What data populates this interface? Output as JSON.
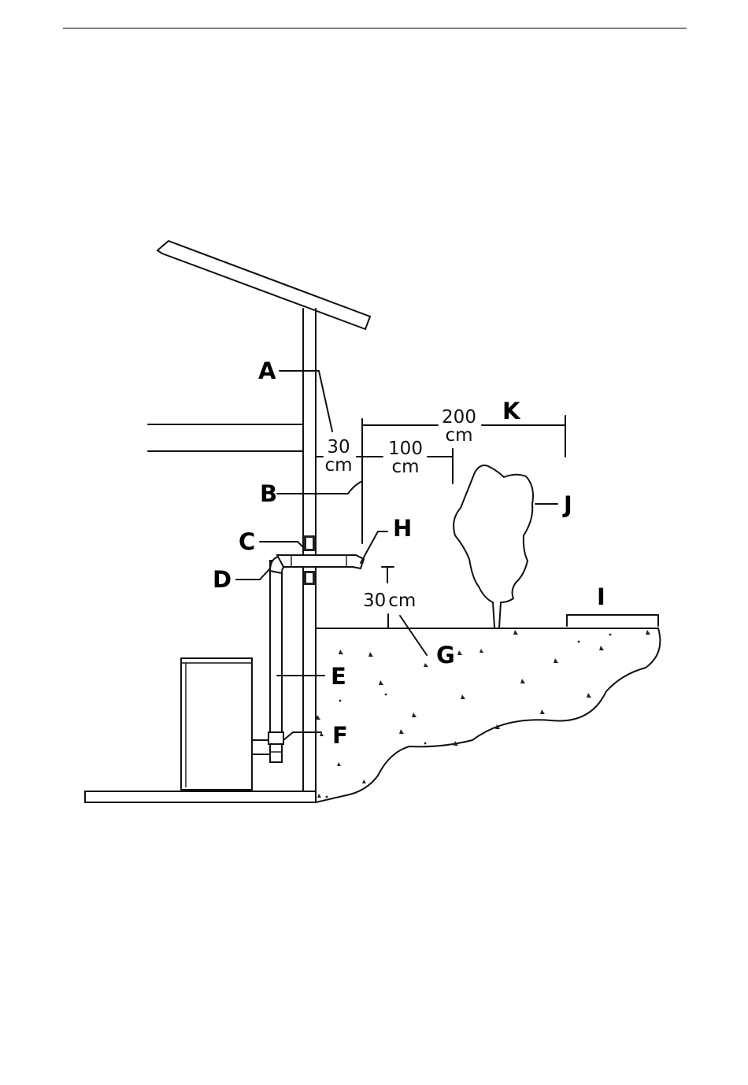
{
  "labels": {
    "A": "A",
    "B": "B",
    "C": "C",
    "D": "D",
    "E": "E",
    "F": "F",
    "G": "G",
    "H": "H",
    "I": "I",
    "J": "J",
    "K": "K"
  },
  "dimensions": {
    "d200_num": "200",
    "d200_unit": "cm",
    "d100_num": "100",
    "d100_unit": "cm",
    "d30_wall_num": "30",
    "d30_wall_unit": "cm",
    "d30_ground": "30",
    "d30_ground_unit": "cm"
  }
}
